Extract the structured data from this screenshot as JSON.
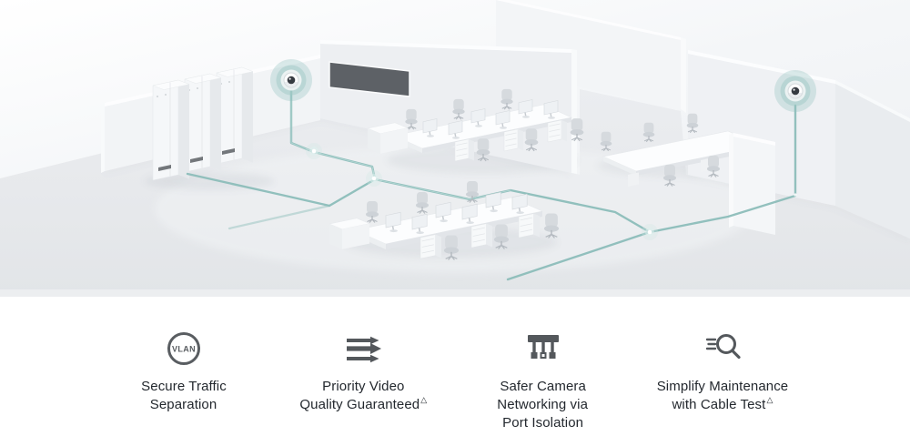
{
  "illustration": {
    "alt_elements": [
      "server-racks",
      "ceiling-dome-camera-left",
      "ceiling-dome-camera-right",
      "open-office-desks",
      "meeting-room",
      "network-cables"
    ]
  },
  "icons": {
    "vlan_text": "VLAN"
  },
  "colors": {
    "cable_teal": "#8cbdb9",
    "camera_halo_teal": "#8fc0bd",
    "icon_gray": "#54585c",
    "text_dark": "#23282e",
    "scene_floor": "#e6e8eb",
    "wall_white": "#f2f4f6"
  },
  "features": [
    {
      "id": "secure-traffic-separation",
      "l1": "Secure Traffic",
      "l2": "Separation",
      "l3": "",
      "sup": ""
    },
    {
      "id": "priority-video-quality",
      "l1": "Priority Video",
      "l2": "Quality Guaranteed",
      "l3": "",
      "sup": "△"
    },
    {
      "id": "safer-camera-networking",
      "l1": "Safer Camera",
      "l2": "Networking via",
      "l3": "Port Isolation",
      "sup": ""
    },
    {
      "id": "simplify-maintenance",
      "l1": "Simplify Maintenance",
      "l2": "with Cable Test",
      "l3": "",
      "sup": "△"
    }
  ]
}
